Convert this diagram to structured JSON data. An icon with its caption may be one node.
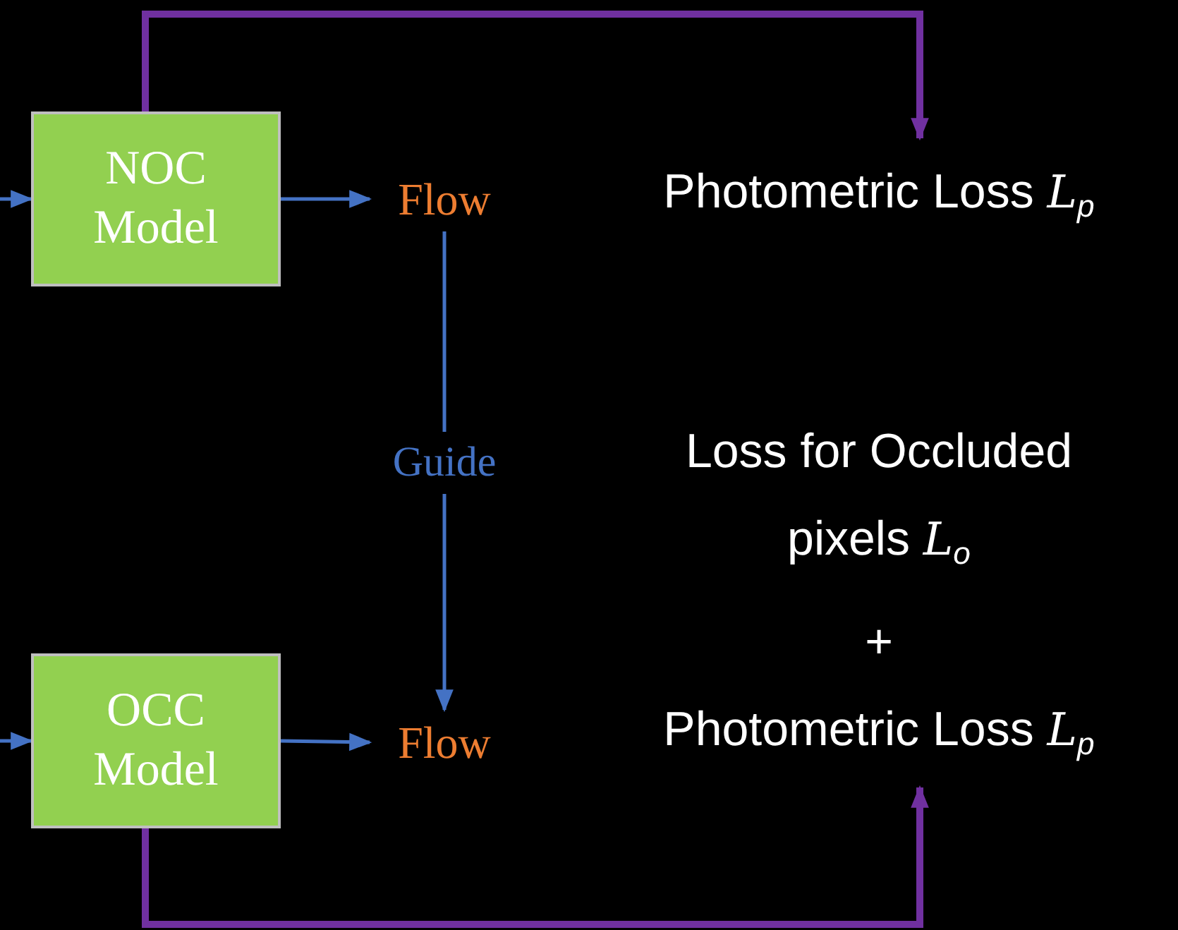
{
  "diagram": {
    "nodes": [
      {
        "text": [
          "NOC Model"
        ]
      },
      {
        "text": [
          "Flow"
        ]
      },
      {
        "text": [
          "Photometric Loss *L*$_{p}$"
        ]
      },
      {
        "text": [
          "Guide"
        ]
      },
      {
        "text": [
          "OCC Model"
        ]
      },
      {
        "text": [
          "Flow"
        ]
      },
      {
        "text": [
          "Loss for Occluded pixels *L*$_{o}$",
          "+",
          "Photometric Loss *L*$_{p}$"
        ]
      }
    ],
    "edges": [
      {
        "from": null,
        "to": 0,
        "arrow": "to"
      },
      {
        "from": 0,
        "to": 1,
        "arrow": "to"
      },
      {
        "from": 0,
        "to": 2,
        "arrow": "to",
        "style": "thick",
        "color": "#7030a0"
      },
      {
        "from": 1,
        "to": 3,
        "arrow": "none"
      },
      {
        "from": 3,
        "to": 5,
        "arrow": "to"
      },
      {
        "from": null,
        "to": 4,
        "arrow": "to"
      },
      {
        "from": 4,
        "to": 5,
        "arrow": "to"
      },
      {
        "from": 4,
        "to": 6,
        "arrow": "to",
        "style": "thick",
        "color": "#7030a0"
      }
    ]
  }
}
